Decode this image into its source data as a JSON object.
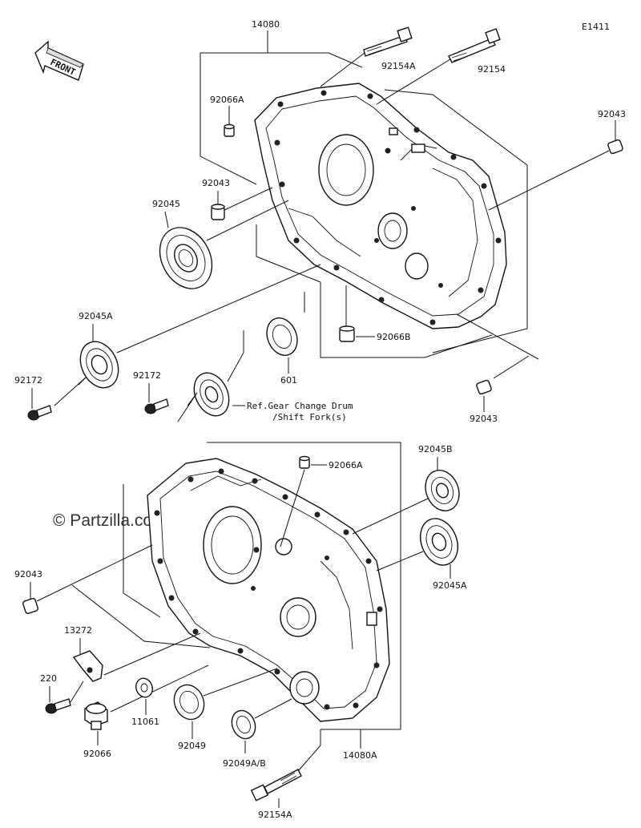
{
  "diagram": {
    "code": "E1411",
    "front_label": "FRONT",
    "watermark": "© Partzilla.com",
    "reference_note": [
      "Ref.Gear Change Drum",
      "/Shift Fork(s)"
    ],
    "labels": {
      "p14080": "14080",
      "p92154A_top": "92154A",
      "p92154_top": "92154",
      "p92066A_top": "92066A",
      "p92043_tr": "92043",
      "p92043_mid": "92043",
      "p92045": "92045",
      "p92045A_left": "92045A",
      "p92172_left": "92172",
      "p92172_mid": "92172",
      "p601": "601",
      "p92066B": "92066B",
      "p92043_r2": "92043",
      "p92066A_lower": "92066A",
      "p92045B": "92045B",
      "p92045A_right": "92045A",
      "p92043_left": "92043",
      "p13272": "13272",
      "p220": "220",
      "p92066": "92066",
      "p11061": "11061",
      "p92049": "92049",
      "p92049AB": "92049A/B",
      "p14080A": "14080A",
      "p92154A_bottom": "92154A"
    }
  }
}
